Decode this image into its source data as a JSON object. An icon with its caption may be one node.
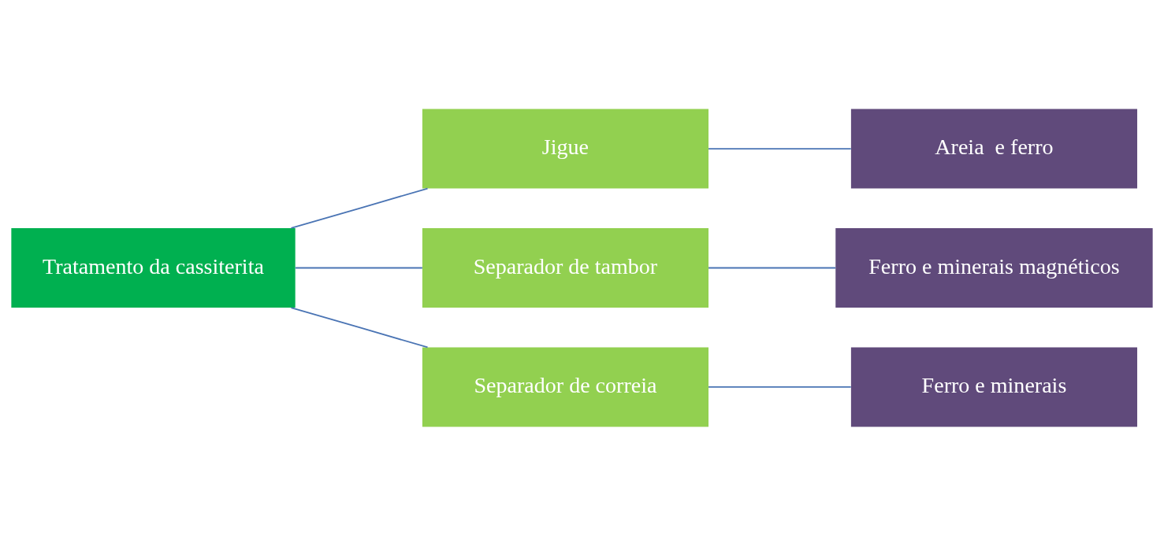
{
  "diagram": {
    "nodes": [
      {
        "text": [
          "Tratamento da cassiterita"
        ]
      },
      {
        "text": [
          "Jigue"
        ]
      },
      {
        "text": [
          "Separador de tambor"
        ]
      },
      {
        "text": [
          "Separador de correia"
        ]
      },
      {
        "text": [
          "Areia  e ferro"
        ]
      },
      {
        "text": [
          "Ferro e minerais magnéticos"
        ]
      },
      {
        "text": [
          "Ferro e minerais"
        ]
      }
    ],
    "edges": [
      {
        "from": 0,
        "to": 1,
        "arrow": "none"
      },
      {
        "from": 0,
        "to": 2,
        "arrow": "none"
      },
      {
        "from": 0,
        "to": 3,
        "arrow": "none"
      },
      {
        "from": 1,
        "to": 4,
        "arrow": "none"
      },
      {
        "from": 2,
        "to": 5,
        "arrow": "none"
      },
      {
        "from": 3,
        "to": 6,
        "arrow": "none"
      }
    ]
  }
}
